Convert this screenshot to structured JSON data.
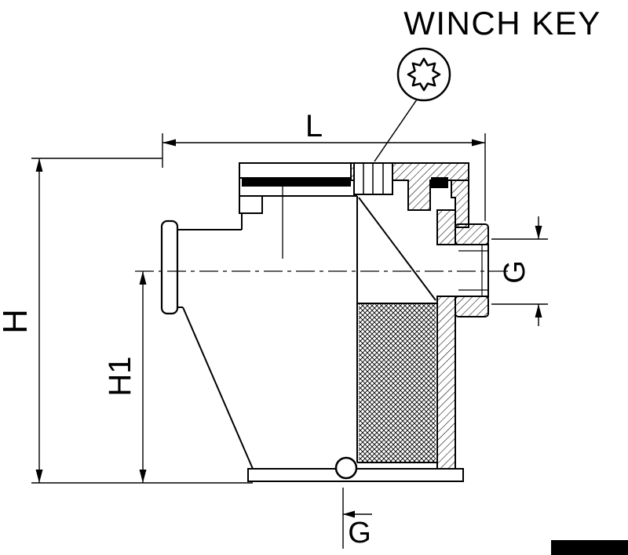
{
  "figure": {
    "type": "technical-drawing",
    "subject": "water-strainer-cross-section",
    "title": "WINCH KEY"
  },
  "labels": {
    "length": "L",
    "height": "H",
    "height1": "H1",
    "outlet_thread": "G",
    "drain_thread": "G"
  },
  "colors": {
    "line": "#000000",
    "background": "#ffffff",
    "solid_fill": "#000000"
  }
}
